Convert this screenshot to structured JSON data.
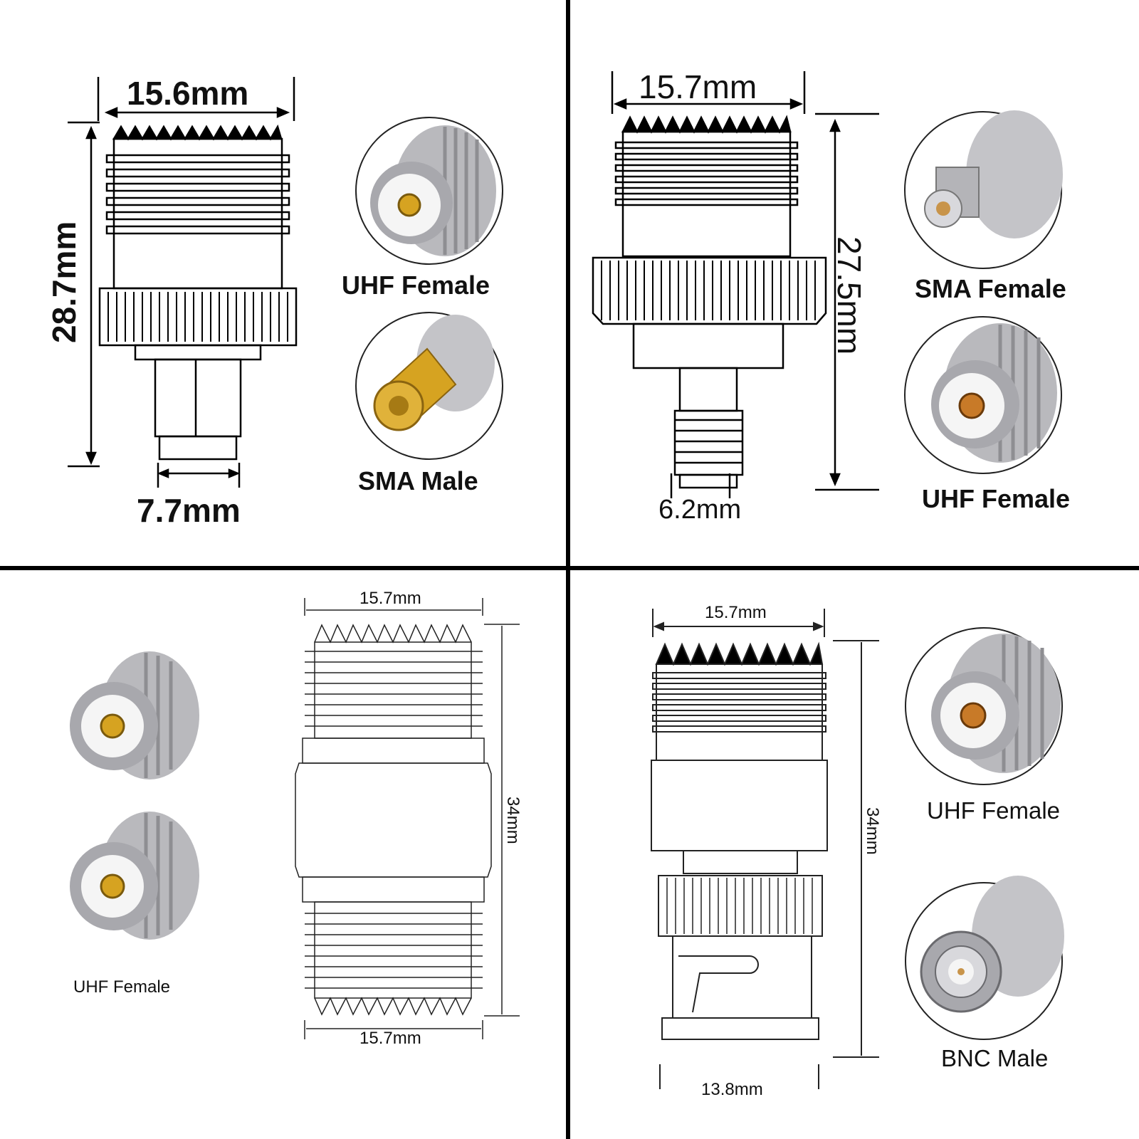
{
  "panels": [
    {
      "dimensions": {
        "width": "15.6mm",
        "height": "28.7mm",
        "tip": "7.7mm"
      },
      "labels": {
        "top": "UHF Female",
        "bottom": "SMA Male"
      }
    },
    {
      "dimensions": {
        "width": "15.7mm",
        "height": "27.5mm",
        "tip": "6.2mm"
      },
      "labels": {
        "top": "SMA Female",
        "bottom": "UHF Female"
      }
    },
    {
      "dimensions": {
        "width_top": "15.7mm",
        "width_bottom": "15.7mm",
        "height": "34mm"
      },
      "labels": {
        "single": "UHF Female"
      }
    },
    {
      "dimensions": {
        "width": "15.7mm",
        "height": "34mm",
        "tip": "13.8mm"
      },
      "labels": {
        "top": "UHF Female",
        "bottom": "BNC Male"
      }
    }
  ],
  "colors": {
    "divider": "#000000",
    "silver": "#c9c9cc",
    "gold": "#d6a321",
    "insulator": "#f3f3f3"
  }
}
